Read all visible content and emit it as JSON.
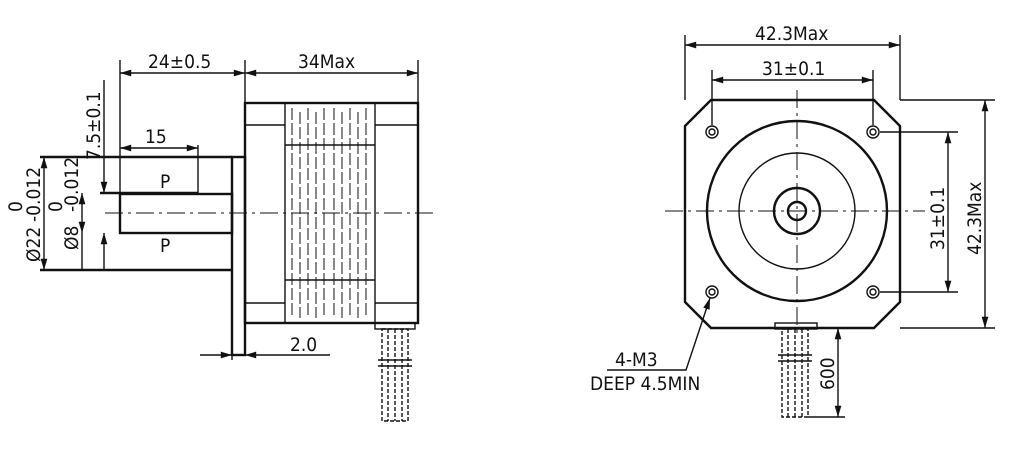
{
  "side_view": {
    "shaft_protrusion": "24±0.5",
    "body_length": "34Max",
    "flat_length": "15",
    "flat_depth": "7.5±0.1",
    "boss_diameter": "Ø22",
    "boss_tol_upper": "0",
    "boss_tol_lower": "-0.012",
    "shaft_diameter": "Ø8",
    "shaft_tol_upper": "0",
    "shaft_tol_lower": "-0.012",
    "flat_mark": "P",
    "flange_thickness": "2.0"
  },
  "front_view": {
    "width": "42.3Max",
    "hole_pitch_h": "31±0.1",
    "hole_pitch_v": "31±0.1",
    "height": "42.3Max",
    "hole_note_line1": "4-M3",
    "hole_note_line2": "DEEP 4.5MIN",
    "lead_length": "600"
  }
}
